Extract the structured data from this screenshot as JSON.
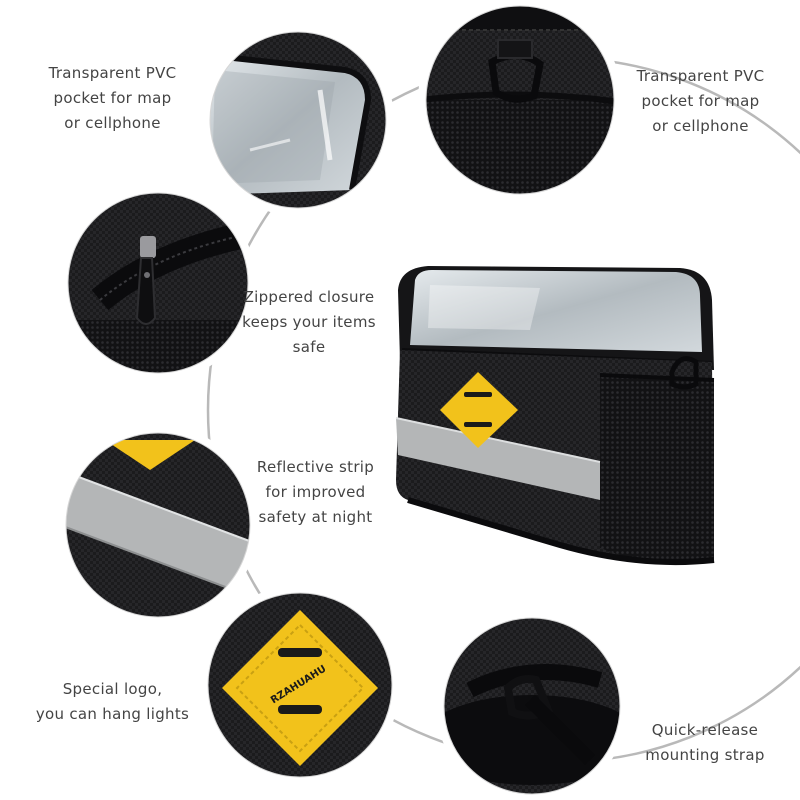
{
  "features": [
    {
      "id": "pvc-left",
      "lines": [
        "Transparent PVC",
        "pocket for map",
        "or cellphone"
      ],
      "photo_icon": "clear-pocket-icon"
    },
    {
      "id": "pvc-right",
      "lines": [
        "Transparent PVC",
        "pocket for map",
        "or cellphone"
      ],
      "photo_icon": "side-mesh-pocket-icon"
    },
    {
      "id": "zipper",
      "lines": [
        "Zippered closure",
        "keeps your items",
        "safe"
      ],
      "photo_icon": "zipper-icon"
    },
    {
      "id": "reflective",
      "lines": [
        "Reflective strip",
        "for improved",
        "safety at night"
      ],
      "photo_icon": "reflective-strip-icon"
    },
    {
      "id": "logo",
      "lines": [
        "Special logo,",
        "you can hang lights"
      ],
      "photo_icon": "logo-patch-icon"
    },
    {
      "id": "strap",
      "lines": [
        "Quick-release",
        "mounting strap"
      ],
      "photo_icon": "strap-loop-icon"
    }
  ],
  "brand": {
    "logo_text": "RZAHUAHU"
  },
  "colors": {
    "text": "#444444",
    "ring": "#b9b9b9",
    "bag_body": "#1a1a1c",
    "brand_yellow": "#f2c21b",
    "reflective": "#b4b6b7",
    "pvc_window": "#c9d0d4"
  }
}
